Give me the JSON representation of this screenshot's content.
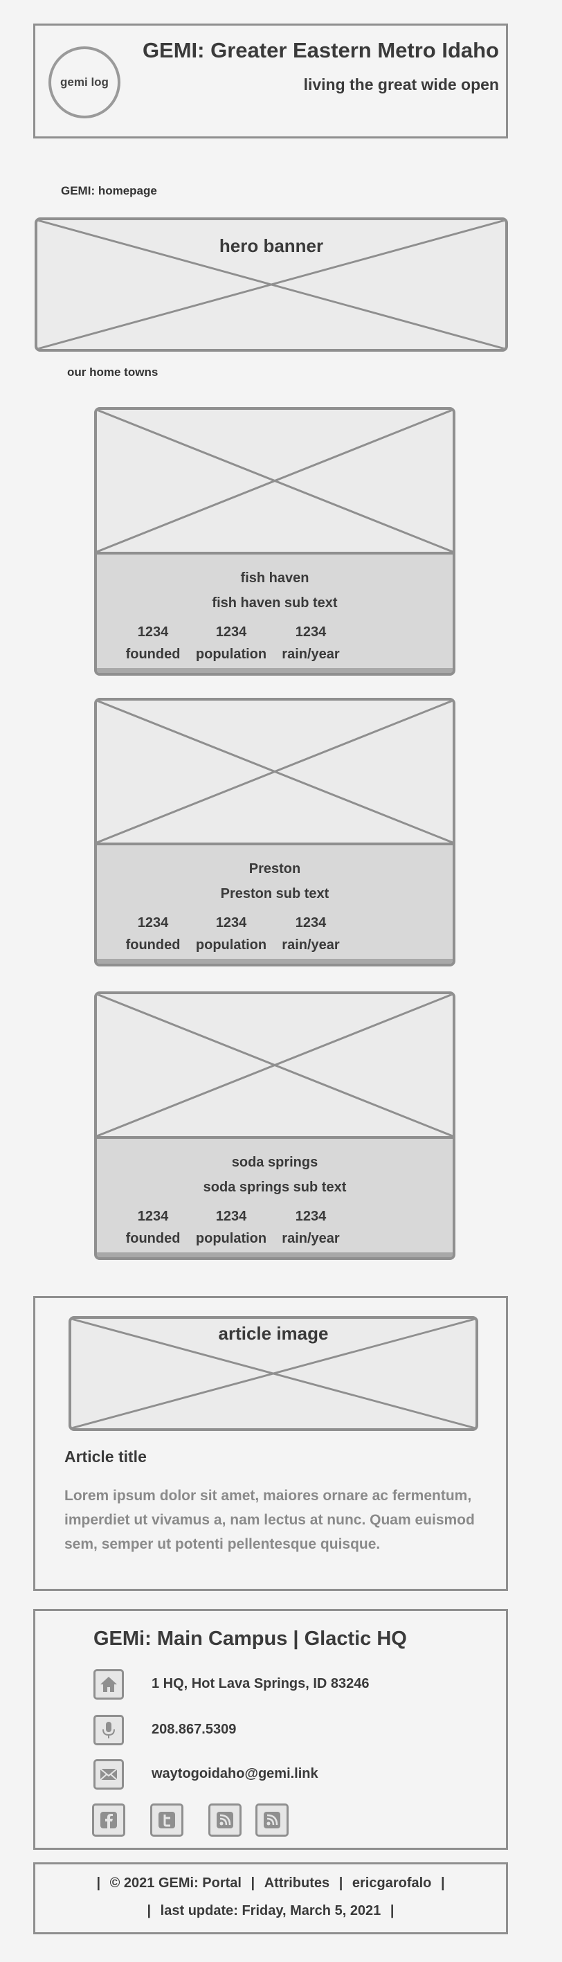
{
  "header": {
    "logo_text": "gemi log",
    "title": "GEMI: Greater Eastern Metro Idaho",
    "tagline": "living the great wide open"
  },
  "breadcrumb": "GEMI: homepage",
  "hero": {
    "label": "hero banner"
  },
  "section_label": "our home towns",
  "towns": [
    {
      "name": "fish haven",
      "sub": "fish haven sub text",
      "stats": [
        {
          "value": "1234",
          "label": "founded"
        },
        {
          "value": "1234",
          "label": "population"
        },
        {
          "value": "1234",
          "label": "rain/year"
        }
      ]
    },
    {
      "name": "Preston",
      "sub": "Preston sub text",
      "stats": [
        {
          "value": "1234",
          "label": "founded"
        },
        {
          "value": "1234",
          "label": "population"
        },
        {
          "value": "1234",
          "label": "rain/year"
        }
      ]
    },
    {
      "name": "soda springs",
      "sub": "soda springs  sub text",
      "stats": [
        {
          "value": "1234",
          "label": "founded"
        },
        {
          "value": "1234",
          "label": "population"
        },
        {
          "value": "1234",
          "label": "rain/year"
        }
      ]
    }
  ],
  "article": {
    "image_label": "article image",
    "title": "Article title",
    "body": "Lorem ipsum dolor sit amet, maiores ornare ac fermentum, imperdiet ut vivamus a, nam lectus at nunc. Quam euismod sem, semper ut potenti pellentesque quisque."
  },
  "contact": {
    "heading": "GEMi: Main Campus | Glactic HQ",
    "address": "1 HQ, Hot Lava Springs, ID 83246",
    "phone": "208.867.5309",
    "email": "waytogoidaho@gemi.link",
    "icons": {
      "address": "home-icon",
      "phone": "microphone-icon",
      "email": "envelope-icon",
      "social": [
        "facebook-icon",
        "twitter-icon",
        "rss-icon",
        "rss-icon"
      ]
    }
  },
  "footer": {
    "line1": [
      "|",
      "© 2021 GEMi: Portal",
      "|",
      "Attributes",
      "|",
      "ericgarofalo",
      "|"
    ],
    "line2": [
      "|",
      "last update:  Friday, March 5, 2021",
      "|"
    ]
  },
  "colors": {
    "background": "#f4f4f4",
    "border": "#8f8f8f",
    "placeholder": "#ebebeb",
    "card_info": "#d8d8d8",
    "text": "#3a3a3a",
    "body_text": "#8a8a8a"
  }
}
